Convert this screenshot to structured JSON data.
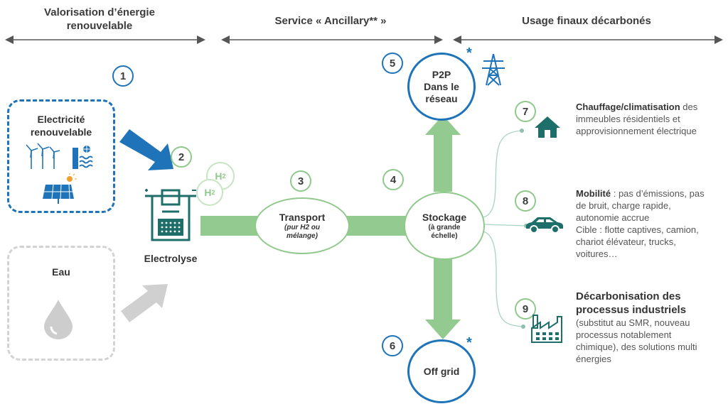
{
  "headers": {
    "left": "Valorisation d’énergie\nrenouvelable",
    "middle": "Service « Ancillary** »",
    "right": "Usage finaux décarbonés"
  },
  "steps": {
    "s1": "1",
    "s2": "2",
    "s3": "3",
    "s4": "4",
    "s5": "5",
    "s6": "6",
    "s7": "7",
    "s8": "8",
    "s9": "9"
  },
  "sources": {
    "electricity_title": "Electricité\nrenouvelable",
    "water_title": "Eau"
  },
  "electrolysis": {
    "label": "Electrolyse",
    "h2_label": "H",
    "h2_sub": "2"
  },
  "transport": {
    "title": "Transport",
    "sub": "(pur H2 ou\nmélange)"
  },
  "storage": {
    "title": "Stockage",
    "sub": "(à grande\néchelle)"
  },
  "p2p": {
    "label": "P2P\nDans le\nréseau",
    "star": "*"
  },
  "offgrid": {
    "label": "Off grid",
    "star": "*"
  },
  "uses": {
    "u7_bold": "Chauffage/climatisation",
    "u7_rest": " des immeubles résidentiels et approvisionnement électrique",
    "u8_bold": "Mobilité",
    "u8_rest": " : pas d’émissions, pas de bruit, charge rapide, autonomie accrue",
    "u8_line2": "Cible : flotte captives, camion, chariot élévateur, trucks, voitures…",
    "u9_title": "Décarbonisation des processus industriels",
    "u9_rest": "(substitut au SMR, nouveau processus notablement chimique), des solutions multi énergies"
  },
  "colors": {
    "green": "#8fc98c",
    "blue": "#1f74b9",
    "teal": "#1e6e6a",
    "grey": "#cfcfcf"
  },
  "icons": [
    "wind-turbine-icon",
    "hydro-dam-icon",
    "solar-panel-icon",
    "water-drop-icon",
    "electrolyzer-icon",
    "pylon-icon",
    "house-icon",
    "car-icon",
    "factory-icon"
  ]
}
